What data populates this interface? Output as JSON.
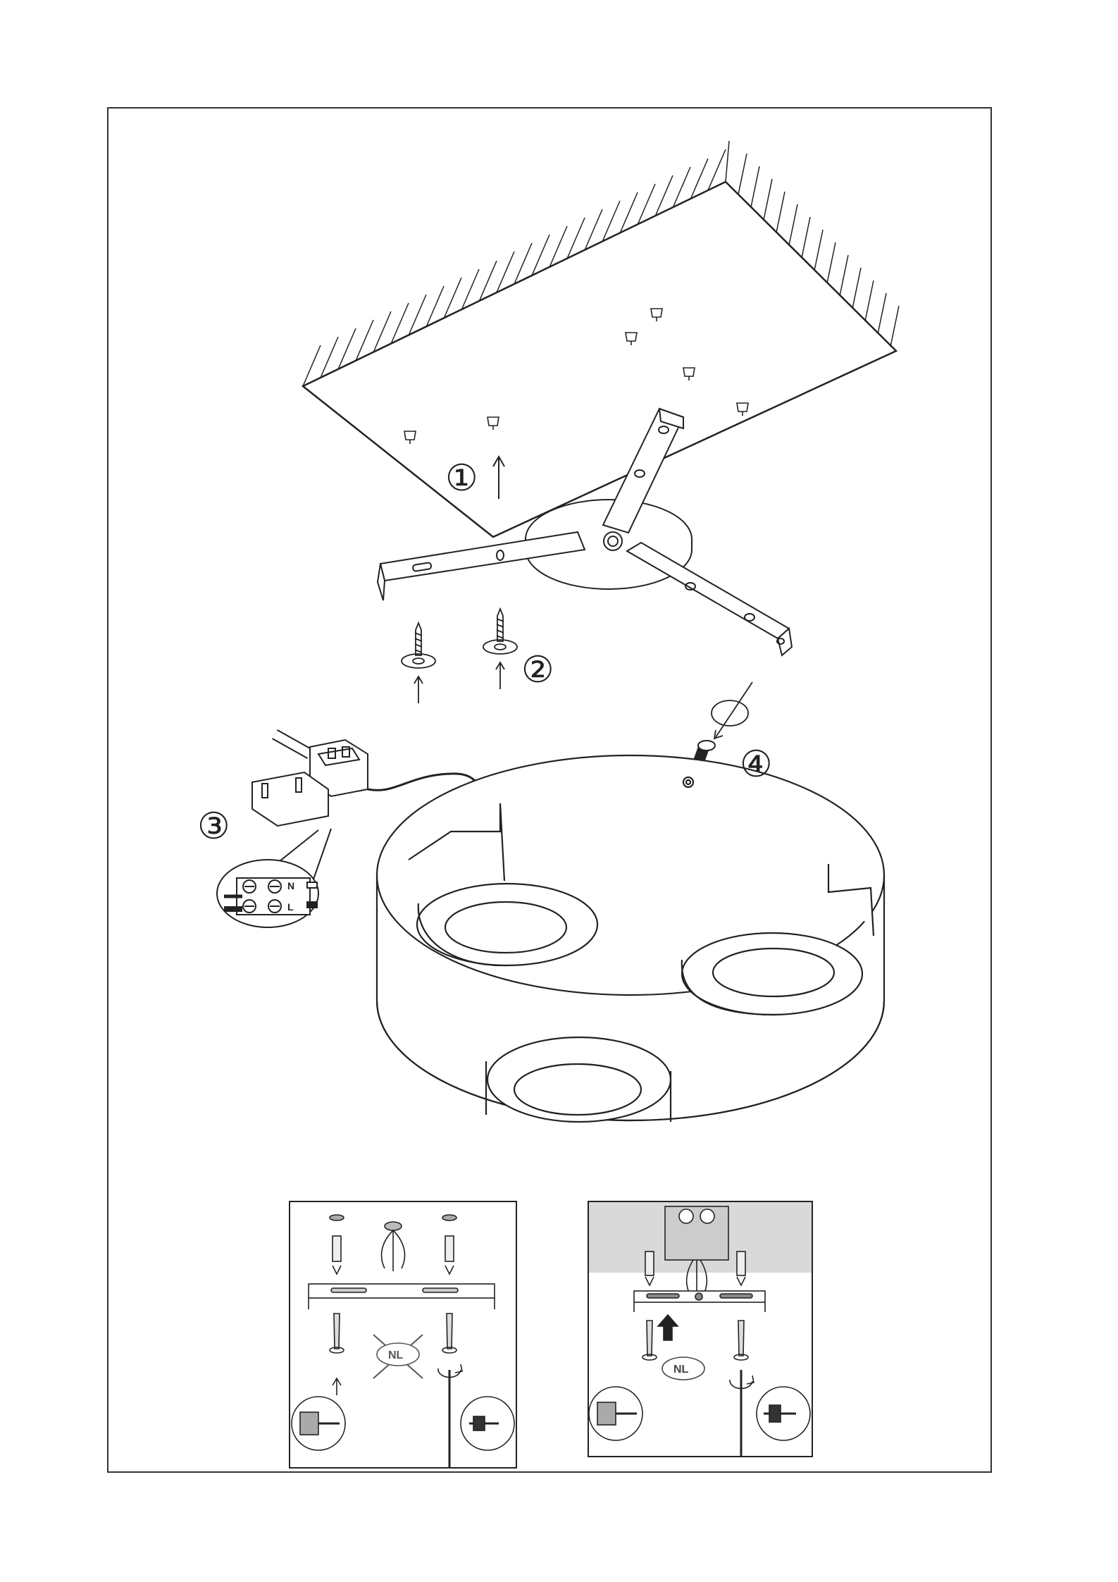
{
  "colors": {
    "ink": "#222222",
    "paper": "#ffffff",
    "panel_gray": "#d9d9d9",
    "crossout": "#555555"
  },
  "steps": {
    "step1": "①",
    "step2": "②",
    "step3": "③",
    "step4": "④"
  },
  "terminal_block": {
    "neutral_label": "N",
    "live_label": "L"
  },
  "panels": {
    "left": {
      "badge": "NL",
      "status": "crossed-out"
    },
    "right": {
      "badge": "NL"
    }
  },
  "icons": [
    "ceiling-icon",
    "mounting-bracket-icon",
    "screw-icon",
    "rotation-arrow-icon",
    "connector-icon",
    "lamp-body-icon",
    "screwdriver-icon",
    "wall-plug-icon",
    "junction-box-icon"
  ]
}
